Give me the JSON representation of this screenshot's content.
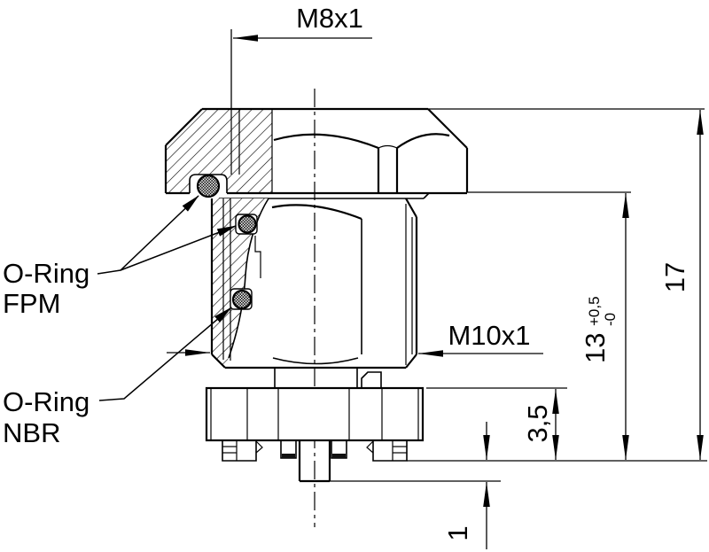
{
  "drawing": {
    "colors": {
      "line": "#000000",
      "background": "#ffffff",
      "oring_fill": "#000000"
    },
    "labels": {
      "thread_top": "M8x1",
      "thread_shank": "M10x1",
      "dim_total_height": "17",
      "dim_depth_main": "13",
      "dim_depth_tol_plus": "+0,5",
      "dim_depth_tol_minus": "-0",
      "dim_collar_height": "3,5",
      "dim_tube_protrusion": "1",
      "callout_fpm_line1": "O-Ring",
      "callout_fpm_line2": "FPM",
      "callout_nbr_line1": "O-Ring",
      "callout_nbr_line2": "NBR"
    }
  }
}
